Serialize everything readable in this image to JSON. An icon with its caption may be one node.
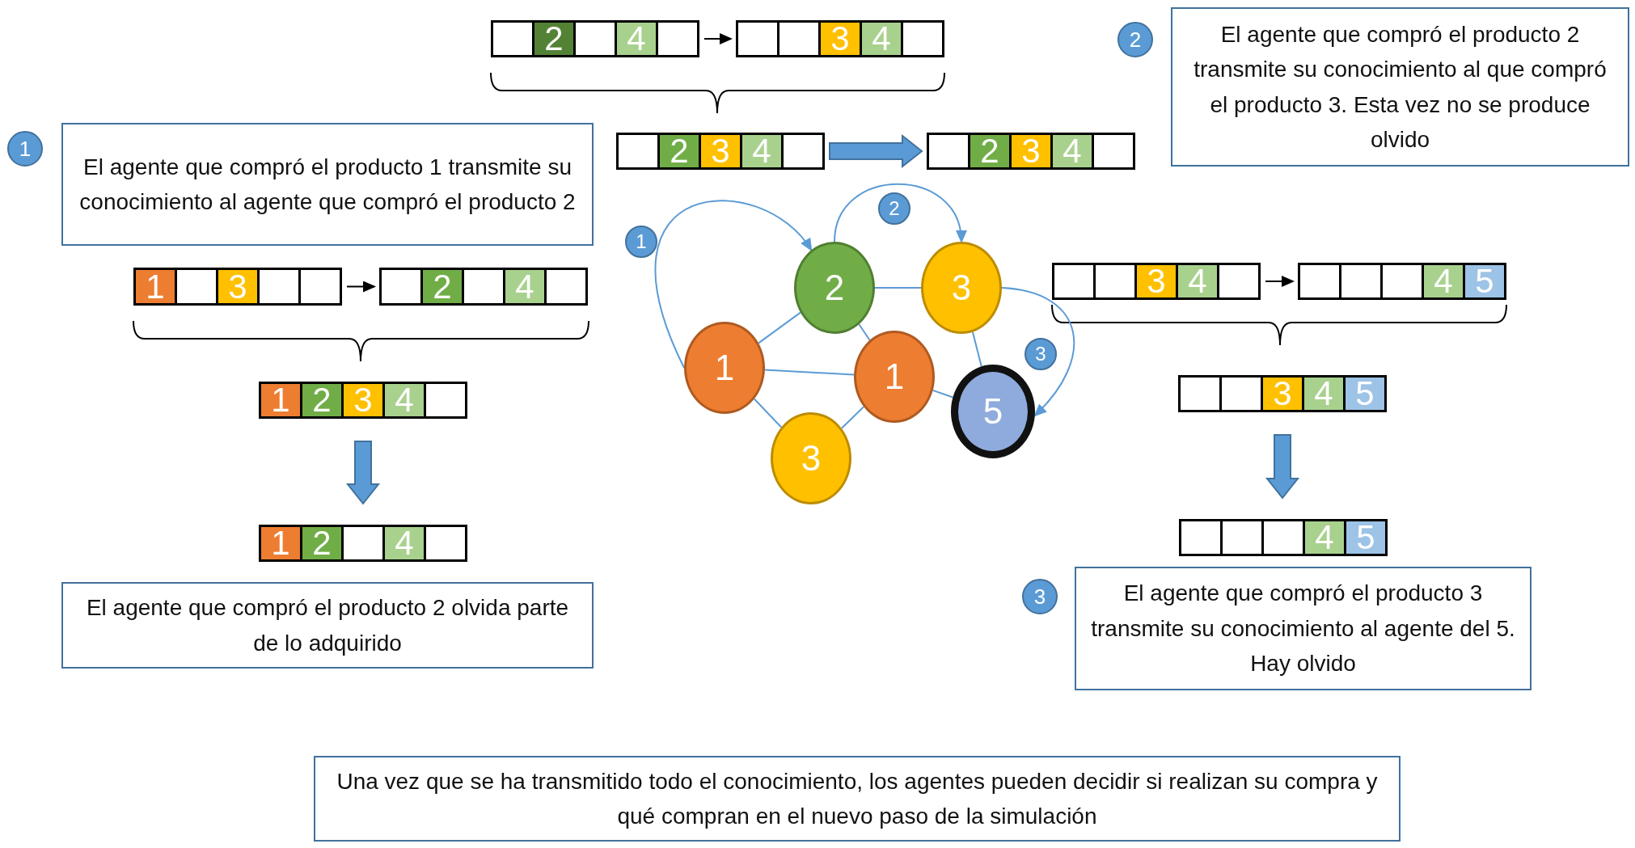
{
  "diagram": {
    "nodes": [
      {
        "text": [
          "2",
          "4"
        ]
      },
      {
        "text": [
          "3",
          "4"
        ]
      },
      {
        "text": [
          "2"
        ]
      },
      {
        "text": [
          "El agente que compró el producto 2 transmite su conocimiento al que compró el producto 3. Esta vez no se produce olvido"
        ]
      },
      {
        "text": [
          "1"
        ]
      },
      {
        "text": [
          "El agente que compró el producto 1 transmite su conocimiento al agente que compró el producto 2"
        ]
      },
      {
        "text": [
          "2",
          "3",
          "4"
        ]
      },
      {
        "text": [
          "2",
          "3",
          "4"
        ]
      },
      {
        "text": [
          "1",
          "3"
        ]
      },
      {
        "text": [
          "2",
          "4"
        ]
      },
      {
        "text": [
          "1"
        ]
      },
      {
        "text": [
          "2"
        ]
      },
      {
        "text": [
          "2"
        ]
      },
      {
        "text": [
          "3"
        ]
      },
      {
        "text": [
          "3",
          "4"
        ]
      },
      {
        "text": [
          "4",
          "5"
        ]
      },
      {
        "text": [
          "1"
        ]
      },
      {
        "text": [
          "1"
        ]
      },
      {
        "text": [
          "3"
        ]
      },
      {
        "text": [
          "5"
        ]
      },
      {
        "text": [
          "3",
          "4",
          "5"
        ]
      },
      {
        "text": [
          "1",
          "2",
          "3",
          "4"
        ]
      },
      {
        "text": [
          "3"
        ]
      },
      {
        "text": [
          "1",
          "2",
          "4"
        ]
      },
      {
        "text": [
          "4",
          "5"
        ]
      },
      {
        "text": [
          "El agente que compró el producto 2 olvida parte de lo adquirido"
        ]
      },
      {
        "text": [
          "3"
        ]
      },
      {
        "text": [
          "El agente que compró el producto 3 transmite su conocimiento al agente del 5. Hay olvido"
        ]
      },
      {
        "text": [
          "Una vez que se ha transmitido todo el conocimiento, los agentes pueden decidir si realizan su compra y qué compran en el nuevo paso de la simulación"
        ]
      }
    ],
    "edges": [
      {
        "from": 0,
        "to": 1,
        "arrow": "to",
        "color": "#000000"
      },
      {
        "from": 6,
        "to": 7,
        "arrow": "to",
        "style": "thick"
      },
      {
        "from": 8,
        "to": 9,
        "arrow": "to",
        "color": "#000000"
      },
      {
        "from": 14,
        "to": 15,
        "arrow": "to",
        "color": "#000000"
      },
      {
        "from": 21,
        "to": 23,
        "arrow": "to",
        "style": "thick"
      },
      {
        "from": 20,
        "to": 24,
        "arrow": "to",
        "style": "thick"
      },
      {
        "from": 16,
        "to": 12,
        "arrow": "to"
      },
      {
        "from": 12,
        "to": 13,
        "arrow": "to"
      },
      {
        "from": 13,
        "to": 19,
        "arrow": "to"
      },
      {
        "from": 12,
        "to": 13,
        "arrow": "none"
      },
      {
        "from": 12,
        "to": 16,
        "arrow": "none"
      },
      {
        "from": 12,
        "to": 17,
        "arrow": "none"
      },
      {
        "from": 16,
        "to": 17,
        "arrow": "none"
      },
      {
        "from": 16,
        "to": 22,
        "arrow": "none"
      },
      {
        "from": 17,
        "to": 22,
        "arrow": "none"
      },
      {
        "from": 17,
        "to": 19,
        "arrow": "none"
      },
      {
        "from": 13,
        "to": 19,
        "arrow": "none"
      }
    ]
  }
}
